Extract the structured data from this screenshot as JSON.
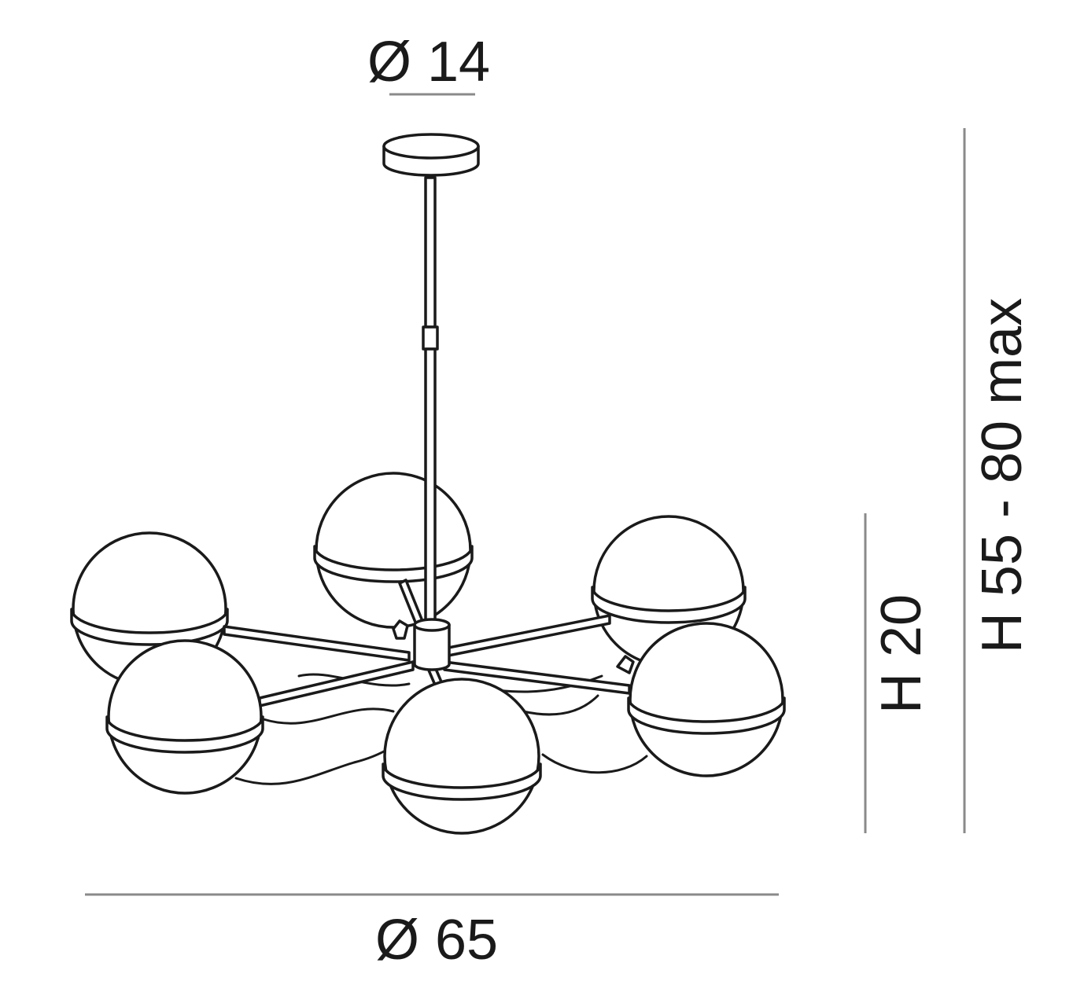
{
  "dimensions": {
    "canopy_diameter": "Ø 14",
    "overall_diameter": "Ø 65",
    "body_height": "H 20",
    "overall_height": "H 55 - 80 max"
  },
  "colors": {
    "line": "#1a1a1a",
    "dimension_line": "#8a8a8a",
    "background": "#ffffff"
  }
}
